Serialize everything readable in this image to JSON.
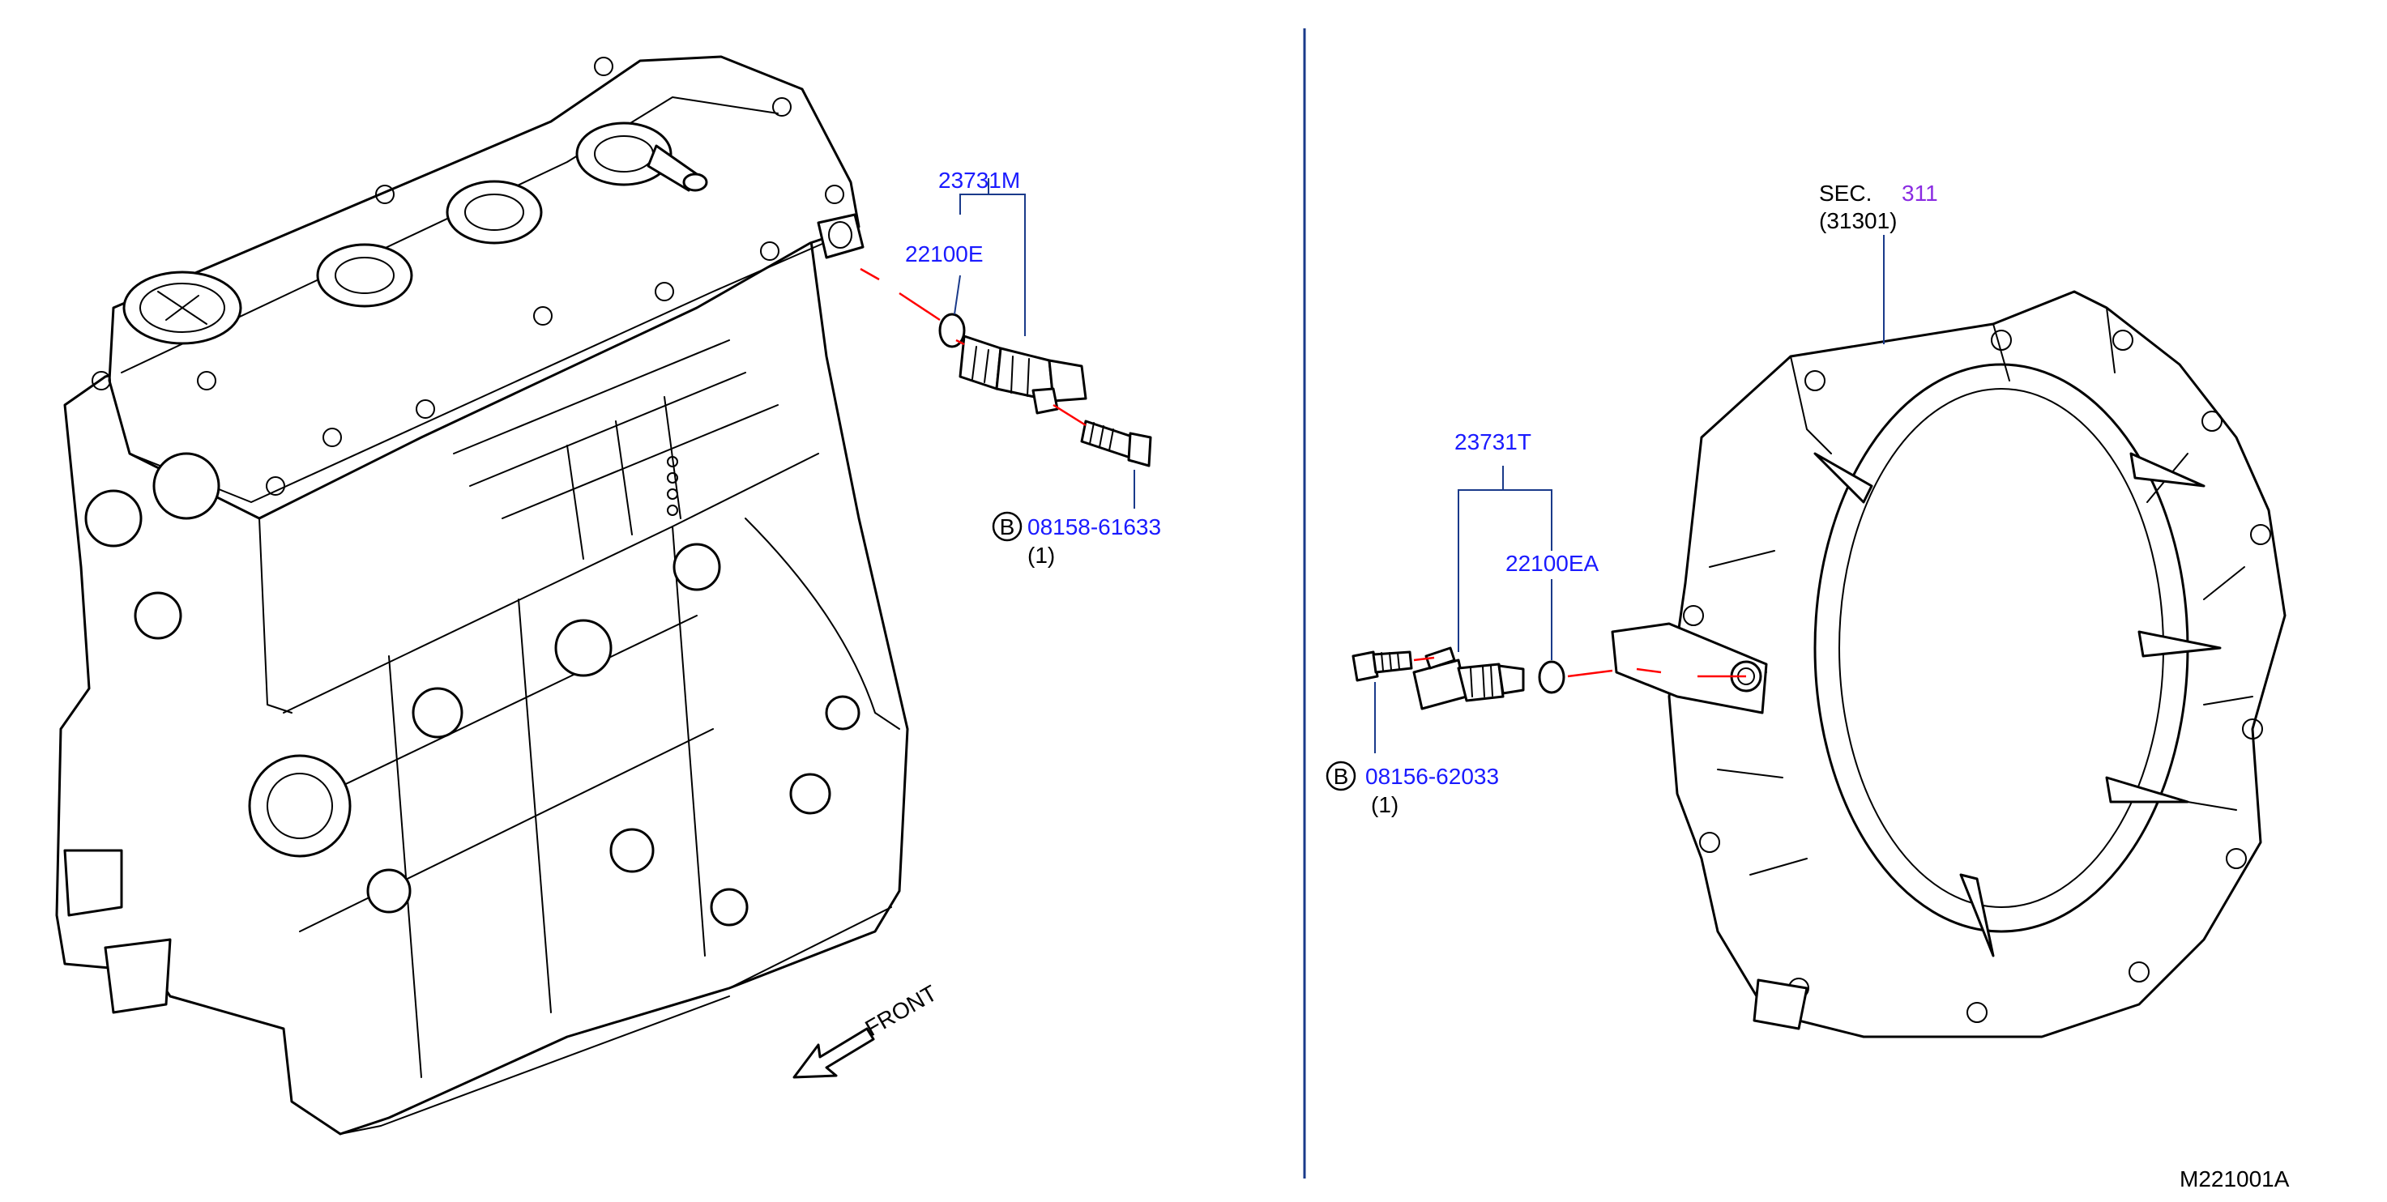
{
  "left": {
    "sensor_assy": "23731M",
    "oring": "22100E",
    "bolt_badge": "B",
    "bolt_part": "08158-61633",
    "bolt_qty": "(1)",
    "front_label": "FRONT"
  },
  "right": {
    "sec_prefix": "SEC.",
    "sec_num": "311",
    "sec_ref": "(31301)",
    "sensor_assy": "23731T",
    "oring": "22100EA",
    "bolt_badge": "B",
    "bolt_part": "08156-62033",
    "bolt_qty": "(1)"
  },
  "figure_id": "M221001A",
  "colors": {
    "part_number": "#1a1aff",
    "section_number": "#8a2be2",
    "leader": "#1a3a8a",
    "indicator": "#ff0000"
  }
}
